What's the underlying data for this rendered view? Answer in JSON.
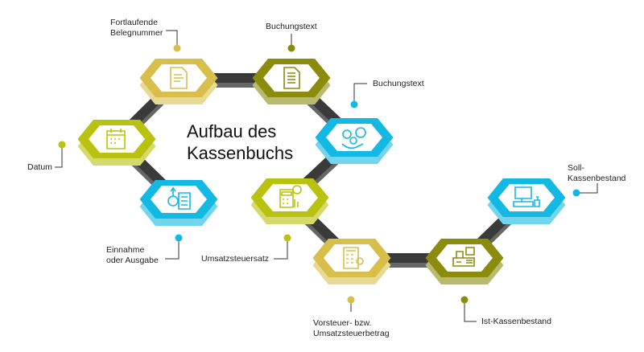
{
  "title": {
    "line1": "Aufbau des",
    "line2": "Kassenbuchs"
  },
  "colors": {
    "gold": "#d8bf4c",
    "olive": "#8b8c0e",
    "lime": "#b9c20f",
    "cyan": "#14b9e3",
    "connector": "#3a3a3a"
  },
  "nodes": [
    {
      "id": "belegnummer",
      "label1": "Fortlaufende",
      "label2": "Belegnummer",
      "color": "gold",
      "icon": "numbered-document-icon"
    },
    {
      "id": "buchungstext1",
      "label1": "Buchungstext",
      "label2": "",
      "color": "olive",
      "icon": "text-document-icon"
    },
    {
      "id": "datum",
      "label1": "Datum",
      "label2": "",
      "color": "lime",
      "icon": "calendar-clock-icon"
    },
    {
      "id": "einnahme",
      "label1": "Einnahme",
      "label2": "oder Ausgabe",
      "color": "cyan",
      "icon": "money-bag-list-icon"
    },
    {
      "id": "buchungstext2",
      "label1": "Buchungstext",
      "label2": "",
      "color": "cyan",
      "icon": "coins-hand-icon"
    },
    {
      "id": "umsatzsteuersatz",
      "label1": "Umsatzsteuersatz",
      "label2": "",
      "color": "lime",
      "icon": "calculator-percent-icon"
    },
    {
      "id": "vorsteuer",
      "label1": "Vorsteuer- bzw.",
      "label2": "Umsatzsteuerbetrag",
      "color": "gold",
      "icon": "calculator-sheet-icon"
    },
    {
      "id": "ist",
      "label1": "Ist-Kassenbestand",
      "label2": "",
      "color": "olive",
      "icon": "cash-register-icon"
    },
    {
      "id": "soll",
      "label1": "Soll-",
      "label2": "Kassenbestand",
      "color": "cyan",
      "icon": "computer-terminal-icon"
    }
  ]
}
